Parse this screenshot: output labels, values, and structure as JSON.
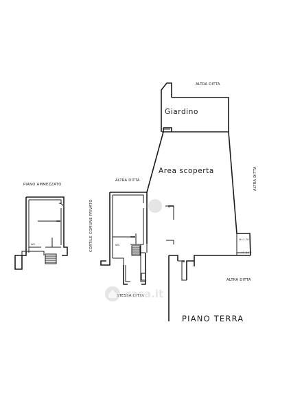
{
  "labels": {
    "piano_ammezzato": "PIANO AMMEZZATO",
    "cortile": "CORTILE COMUNE PRIVATO",
    "altra_ditta_left": "ALTRA DITTA",
    "altra_ditta_top": "ALTRA DITTA",
    "altra_ditta_right": "ALTRA DITTA",
    "altra_ditta_bottom": "ALTRA DITTA",
    "giardino": "Giardino",
    "area_scoperta": "Area scoperta",
    "stessa_ditta": "STESSA DITTA",
    "piano_terra": "PIANO TERRA",
    "wc_left": "WC",
    "wc_mid": "WC",
    "h1": "H=1.70",
    "h2": "H=2.00"
  },
  "watermark": {
    "text": "casa.it"
  }
}
